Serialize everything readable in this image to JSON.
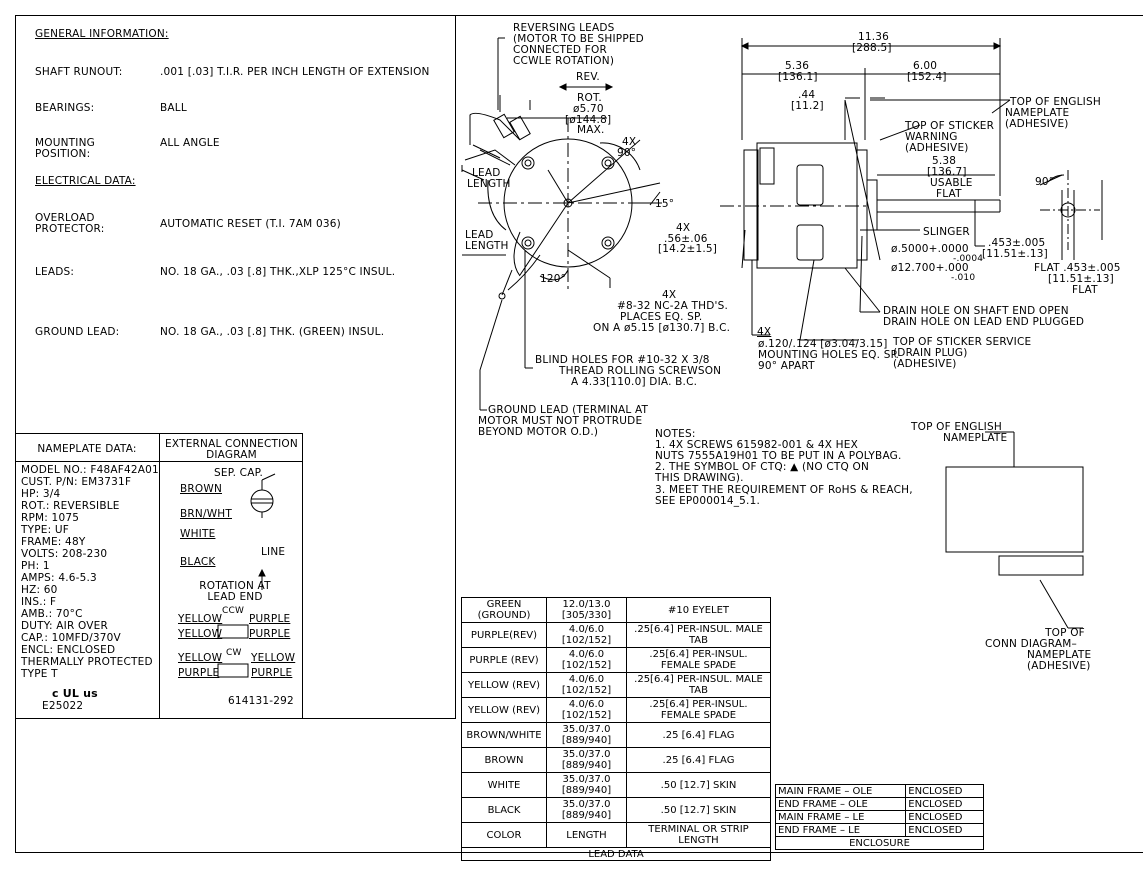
{
  "general": {
    "heading": "GENERAL INFORMATION:",
    "shaft_runout_label": "SHAFT RUNOUT:",
    "shaft_runout_value": ".001 [.03] T.I.R. PER INCH LENGTH OF EXTENSION",
    "bearings_label": "BEARINGS:",
    "bearings_value": "BALL",
    "mounting_label_1": "MOUNTING",
    "mounting_label_2": "POSITION:",
    "mounting_value": "ALL ANGLE"
  },
  "electrical": {
    "heading": "ELECTRICAL DATA:",
    "overload_label_1": "OVERLOAD",
    "overload_label_2": "PROTECTOR:",
    "overload_value": "AUTOMATIC RESET (T.I. 7AM 036)",
    "leads_label": "LEADS:",
    "leads_value": "NO. 18 GA., .03 [.8] THK.,XLP 125°C INSUL.",
    "ground_label": "GROUND LEAD:",
    "ground_value": "NO. 18 GA., .03 [.8] THK. (GREEN) INSUL."
  },
  "nameplate": {
    "heading": "NAMEPLATE DATA:",
    "lines": [
      "MODEL NO.: F48AF42A01",
      "CUST. P/N:  EM3731F",
      "HP:  3/4",
      "ROT.:  REVERSIBLE",
      "RPM:  1075",
      "TYPE:  UF",
      "FRAME:  48Y",
      "VOLTS:   208-230",
      "PH:  1",
      "AMPS:  4.6-5.3",
      "HZ:  60",
      "INS.:  F",
      "AMB.:  70°C",
      "DUTY:   AIR OVER",
      "CAP.:   10MFD/370V",
      "ENCL:  ENCLOSED",
      "THERMALLY PROTECTED",
      "TYPE T"
    ],
    "cert_mark": "c UL us",
    "cert_number": "E25022"
  },
  "connection": {
    "heading_1": "EXTERNAL CONNECTION",
    "heading_2": "DIAGRAM",
    "sep_cap": "SEP. CAP.",
    "brown": "BROWN",
    "brn_wht": "BRN/WHT",
    "white": "WHITE",
    "line": "LINE",
    "black": "BLACK",
    "rotation_1": "ROTATION AT",
    "rotation_2": "LEAD END",
    "ccw": "CCW",
    "cw": "CW",
    "yellow": "YELLOW",
    "purple": "PURPLE",
    "drawing_no": "614131-292"
  },
  "front_view": {
    "reversing_1": "REVERSING LEADS",
    "reversing_2": "(MOTOR TO BE SHIPPED",
    "reversing_3": "CONNECTED FOR",
    "reversing_4": "CCWLE ROTATION)",
    "rev": "REV.",
    "rot": "ROT.",
    "dia_1": "ø5.70",
    "dia_2": "[ø144.8]",
    "dia_3": "MAX.",
    "angle_4x": "4X",
    "angle_90": "90°",
    "lead_length_a1": "LEAD",
    "lead_length_a2": "LENGTH",
    "lead_length_b1": "LEAD",
    "lead_length_b2": "LENGTH",
    "angle_15": "15°",
    "angle_120": "120°",
    "slot_4x": "4X",
    "slot_1": ".56±.06",
    "slot_2": "[14.2±1.5]",
    "thd_4x": "4X",
    "thd_1": "#8-32 NC-2A THD'S.",
    "thd_2": "PLACES EQ. SP.",
    "thd_3": "ON A ø5.15 [ø130.7] B.C.",
    "blind_1": "BLIND HOLES FOR #10-32 X 3/8",
    "blind_2": "THREAD ROLLING SCREWSON",
    "blind_3": "A 4.33[110.0] DIA. B.C.",
    "ground_1": "GROUND LEAD (TERMINAL AT",
    "ground_2": "MOTOR MUST NOT PROTRUDE",
    "ground_3": "BEYOND MOTOR O.D.)"
  },
  "side_view": {
    "overall_1": "11.36",
    "overall_2": "[288.5]",
    "body_1": "5.36",
    "body_2": "[136.1]",
    "shaft_1": "6.00",
    "shaft_2": "[152.4]",
    "off_1": ".44",
    "off_2": "[11.2]",
    "top_english_1": "TOP OF ENGLISH",
    "top_english_2": "NAMEPLATE",
    "top_english_3": "(ADHESIVE)",
    "warn_1": "TOP OF STICKER",
    "warn_2": "WARNING",
    "warn_3": "(ADHESIVE)",
    "usable_1": "5.38",
    "usable_2": "[136.7]",
    "usable_3": "USABLE",
    "usable_4": "FLAT",
    "angle_90": "90°",
    "slinger": "SLINGER",
    "shaft_dia_1": "ø.5000+.0000",
    "shaft_dia_1b": "-.0004",
    "shaft_dia_2": "ø12.700+.000",
    "shaft_dia_2b": "-.010",
    "flat_1": ".453±.005",
    "flat_2": "[11.51±.13]",
    "flat_3": "FLAT  .453±.005",
    "flat_4": "[11.51±.13]",
    "flat_5": "FLAT",
    "drain_1": "DRAIN HOLE ON SHAFT END OPEN",
    "drain_2": "DRAIN HOLE ON LEAD END PLUGGED",
    "mount_4x": "4X",
    "mount_1": "ø.120/.124 [ø3.04/3.15]",
    "mount_2": "MOUNTING HOLES EQ. SP.",
    "mount_3": "90° APART",
    "service_1": "TOP OF STICKER SERVICE",
    "service_2": "(DRAIN PLUG)",
    "service_3": "(ADHESIVE)"
  },
  "notes": {
    "heading": "NOTES:",
    "n1a": "1. 4X SCREWS 615982-001 & 4X HEX",
    "n1b": "    NUTS 7555A19H01 TO BE PUT IN A POLYBAG.",
    "n2a": "2. THE SYMBOL OF CTQ: ▲ (NO CTQ ON",
    "n2b": "    THIS DRAWING).",
    "n3a": "3. MEET THE REQUIREMENT OF RoHS & REACH,",
    "n3b": "    SEE EP000014_5.1."
  },
  "label_view": {
    "top_eng_1": "TOP OF ENGLISH",
    "top_eng_2": "NAMEPLATE",
    "conn_1": "TOP OF",
    "conn_2": "CONN DIAGRAM–",
    "conn_3": "NAMEPLATE",
    "conn_4": "(ADHESIVE)"
  },
  "lead_data": {
    "title": "LEAD DATA",
    "header": [
      "COLOR",
      "LENGTH",
      "TERMINAL OR STRIP LENGTH"
    ],
    "rows": [
      [
        "GREEN (GROUND)",
        "12.0/13.0 [305/330]",
        "#10 EYELET"
      ],
      [
        "PURPLE(REV)",
        "4.0/6.0 [102/152]",
        ".25[6.4] PER-INSUL. MALE TAB"
      ],
      [
        "PURPLE (REV)",
        "4.0/6.0 [102/152]",
        ".25[6.4] PER-INSUL. FEMALE SPADE"
      ],
      [
        "YELLOW (REV)",
        "4.0/6.0 [102/152]",
        ".25[6.4] PER-INSUL. MALE TAB"
      ],
      [
        "YELLOW (REV)",
        "4.0/6.0 [102/152]",
        ".25[6.4] PER-INSUL. FEMALE SPADE"
      ],
      [
        "BROWN/WHITE",
        "35.0/37.0 [889/940]",
        ".25 [6.4] FLAG"
      ],
      [
        "BROWN",
        "35.0/37.0 [889/940]",
        ".25 [6.4] FLAG"
      ],
      [
        "WHITE",
        "35.0/37.0 [889/940]",
        ".50 [12.7] SKIN"
      ],
      [
        "BLACK",
        "35.0/37.0 [889/940]",
        ".50 [12.7] SKIN"
      ]
    ]
  },
  "enclosure": {
    "title": "ENCLOSURE",
    "rows": [
      [
        "MAIN FRAME – OLE",
        "ENCLOSED"
      ],
      [
        "END FRAME – OLE",
        "ENCLOSED"
      ],
      [
        "MAIN FRAME – LE",
        "ENCLOSED"
      ],
      [
        "END FRAME – LE",
        "ENCLOSED"
      ]
    ]
  }
}
